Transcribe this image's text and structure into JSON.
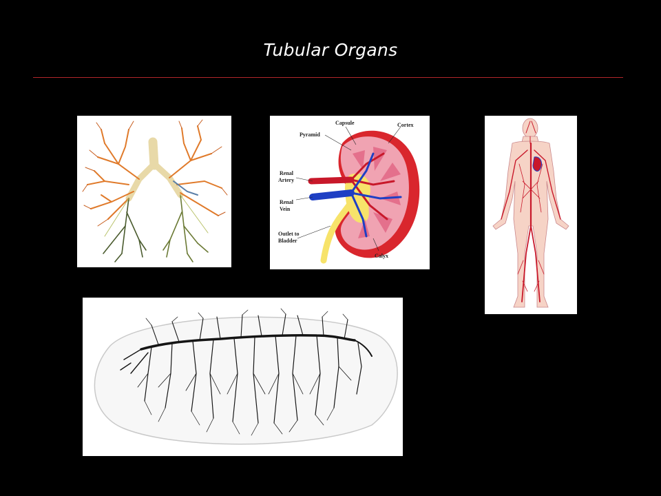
{
  "slide": {
    "title": "Tubular Organs"
  },
  "images": {
    "lung": {
      "icon": "lung-bronchial-tree-icon"
    },
    "kidney": {
      "icon": "kidney-cross-section-icon",
      "labels": {
        "capsule": "Capsule",
        "cortex": "Cortex",
        "pyramid": "Pyramid",
        "renal_artery_1": "Renal",
        "renal_artery_2": "Artery",
        "renal_vein_1": "Renal",
        "renal_vein_2": "Vein",
        "outlet_1": "Outlet to",
        "outlet_2": "Bladder",
        "calyx": "Calyx"
      }
    },
    "body": {
      "icon": "human-vascular-system-icon"
    },
    "embryo": {
      "icon": "embryo-tracheal-network-icon"
    }
  },
  "colors": {
    "background": "#000000",
    "title": "#ffffff",
    "rule": "#b3262a"
  }
}
